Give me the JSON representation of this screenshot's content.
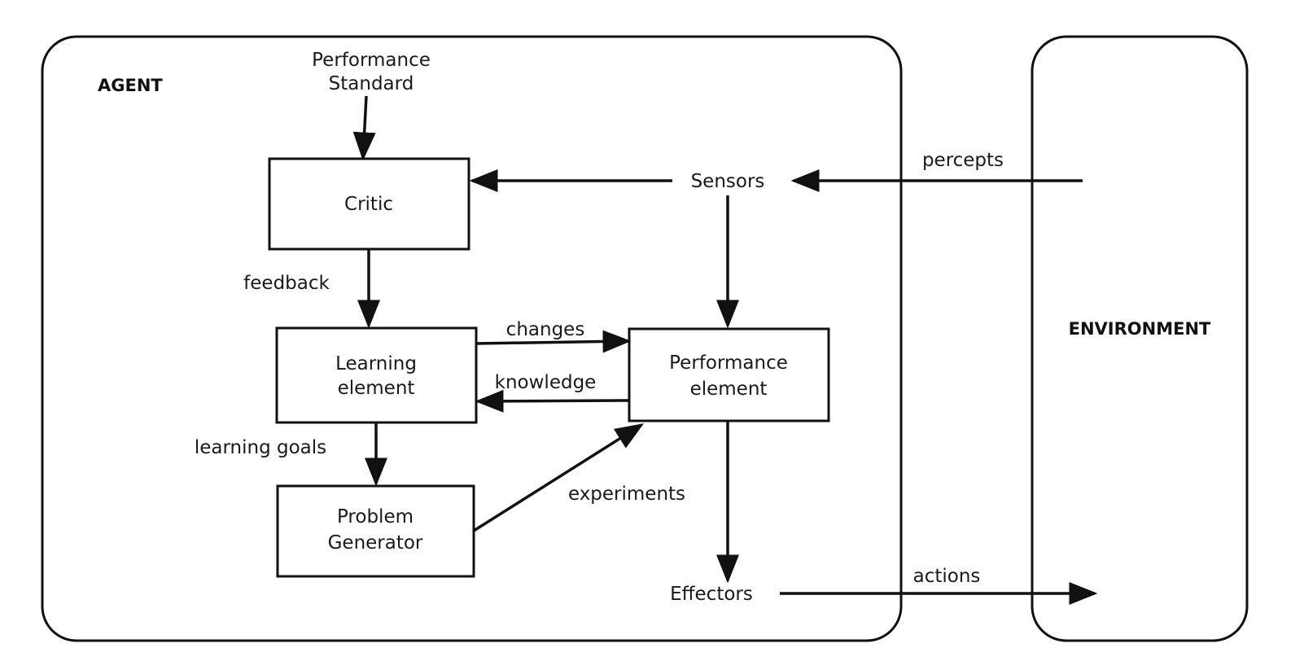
{
  "agent_label": "AGENT",
  "environment_label": "ENVIRONMENT",
  "performance_standard": [
    "Performance",
    "Standard"
  ],
  "nodes": {
    "critic": [
      "Critic"
    ],
    "learning_element": [
      "Learning",
      "element"
    ],
    "performance_element": [
      "Performance",
      "element"
    ],
    "problem_generator": [
      "Problem",
      "Generator"
    ],
    "sensors": "Sensors",
    "effectors": "Effectors"
  },
  "edges": {
    "feedback": "feedback",
    "changes": "changes",
    "knowledge": "knowledge",
    "learning_goals": "learning goals",
    "experiments": "experiments",
    "percepts": "percepts",
    "actions": "actions"
  }
}
